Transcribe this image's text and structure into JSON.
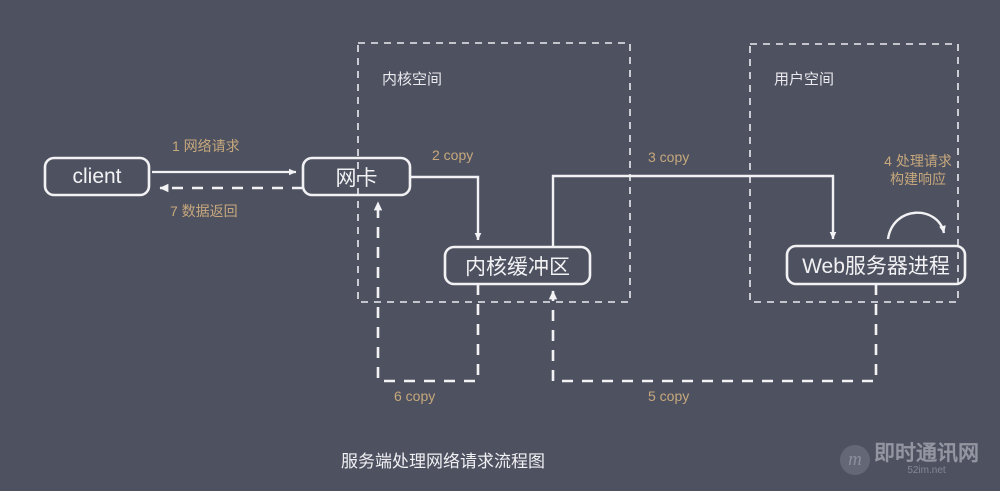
{
  "theme": {
    "background": "#4e5160",
    "stroke": "#f2f2f4",
    "label_accent": "#c6a87c",
    "zone_stroke": "#eceaf0"
  },
  "zones": [
    {
      "name": "kernel-space",
      "label": "内核空间"
    },
    {
      "name": "user-space",
      "label": "用户空间"
    }
  ],
  "nodes": [
    {
      "name": "client",
      "label": "client"
    },
    {
      "name": "nic",
      "label": "网卡"
    },
    {
      "name": "kernel-buffer",
      "label": "内核缓冲区"
    },
    {
      "name": "web-server-process",
      "label": "Web服务器进程"
    }
  ],
  "edges": [
    {
      "name": "edge-1-network-request",
      "label": "1 网络请求",
      "style": "solid"
    },
    {
      "name": "edge-7-data-return",
      "label": "7 数据返回",
      "style": "dashed"
    },
    {
      "name": "edge-2-copy",
      "label": "2 copy",
      "style": "solid"
    },
    {
      "name": "edge-3-copy",
      "label": "3 copy",
      "style": "solid"
    },
    {
      "name": "edge-4-process",
      "label_line1": "4 处理请求",
      "label_line2": "构建响应",
      "style": "curved"
    },
    {
      "name": "edge-5-copy",
      "label": "5 copy",
      "style": "dashed"
    },
    {
      "name": "edge-6-copy",
      "label": "6 copy",
      "style": "dashed"
    }
  ],
  "caption": "服务端处理网络请求流程图",
  "watermark": {
    "badge": "m",
    "main": "即时通讯网",
    "sub": "52im.net"
  }
}
